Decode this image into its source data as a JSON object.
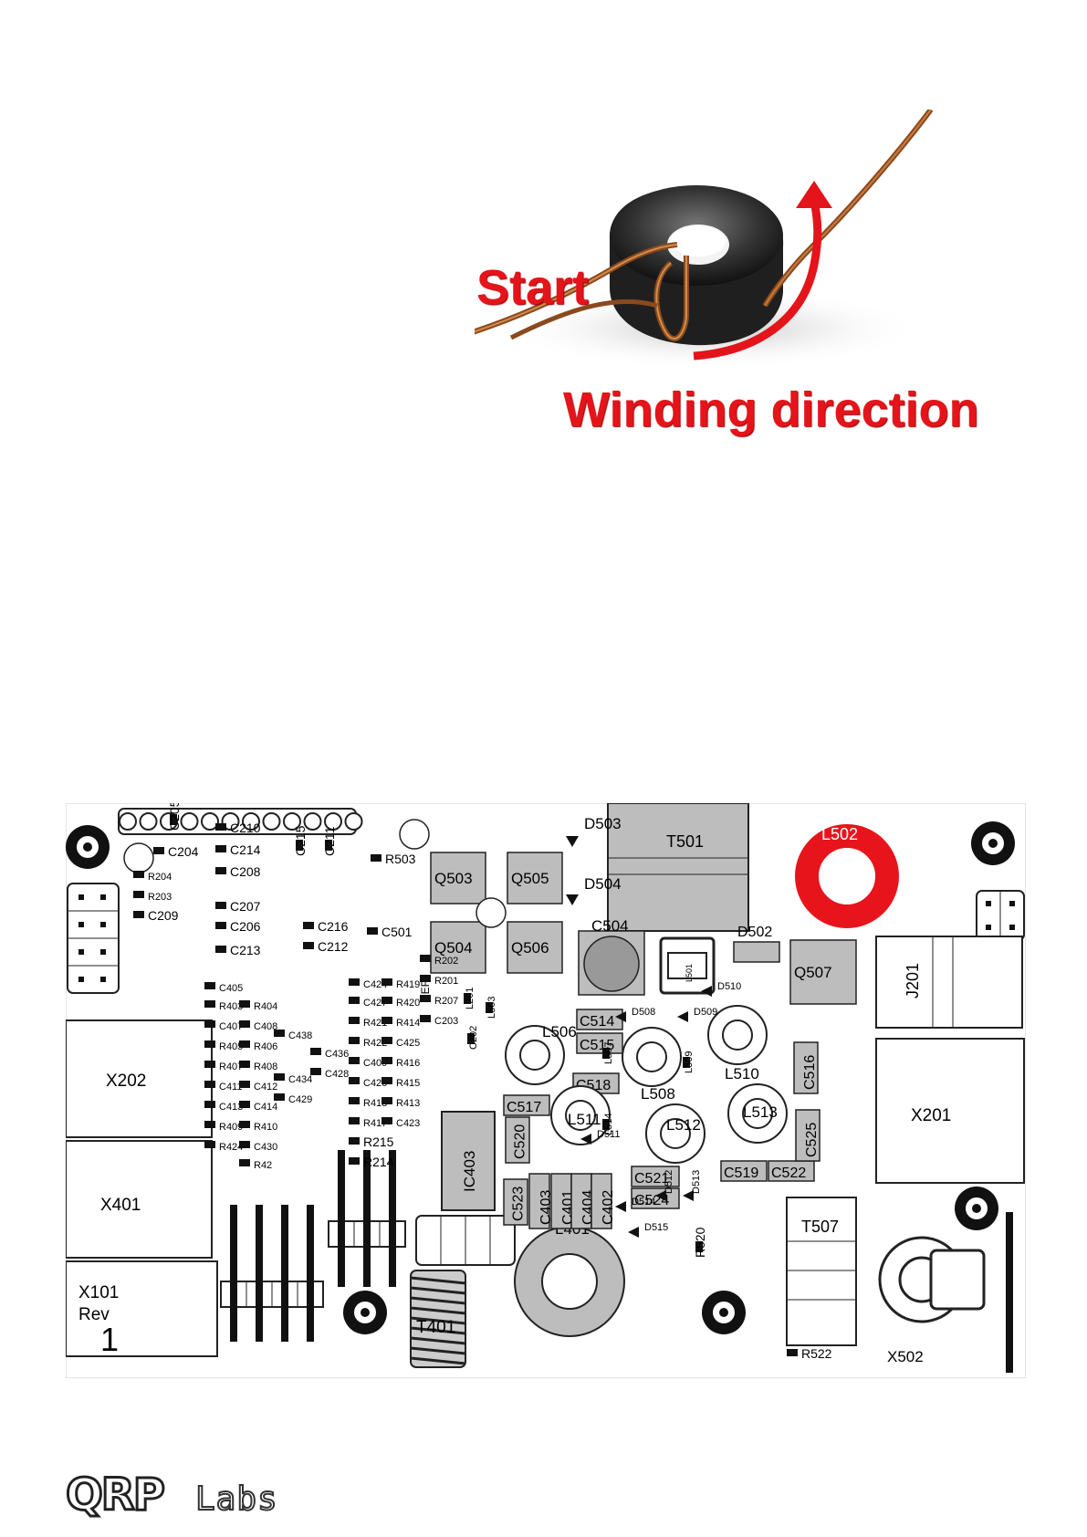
{
  "figure": {
    "start_label": "Start",
    "direction_label": "Winding direction"
  },
  "pcb": {
    "colors": {
      "highlight": "#e8141c",
      "part": "#bdbdbd",
      "pad": "#111111"
    },
    "board_labels": {
      "x202": "X202",
      "x401": "X401",
      "x101": "X101",
      "rev": "Rev",
      "rev_num": "1",
      "x201": "X201",
      "x502": "X502",
      "j201": "J201",
      "t501": "T501",
      "t507": "T507",
      "t401": "T401",
      "l401": "L401",
      "l502": "L502",
      "ic403": "IC403",
      "ref": "REF"
    },
    "large_parts": [
      {
        "id": "q503",
        "label": "Q503"
      },
      {
        "id": "q505",
        "label": "Q505"
      },
      {
        "id": "q504",
        "label": "Q504"
      },
      {
        "id": "q506",
        "label": "Q506"
      },
      {
        "id": "q507",
        "label": "Q507"
      },
      {
        "id": "c504",
        "label": "C504"
      },
      {
        "id": "d502",
        "label": "D502"
      },
      {
        "id": "d503",
        "label": "D503"
      },
      {
        "id": "d504",
        "label": "D504"
      },
      {
        "id": "l501",
        "label": "L501"
      }
    ],
    "caps_grey": [
      {
        "id": "c514",
        "label": "C514"
      },
      {
        "id": "c515",
        "label": "C515"
      },
      {
        "id": "c518",
        "label": "C518"
      },
      {
        "id": "c517",
        "label": "C517"
      },
      {
        "id": "c520",
        "label": "C520"
      },
      {
        "id": "c523",
        "label": "C523"
      },
      {
        "id": "c403",
        "label": "C403"
      },
      {
        "id": "c401",
        "label": "C401"
      },
      {
        "id": "c404",
        "label": "C404"
      },
      {
        "id": "c402",
        "label": "C402"
      },
      {
        "id": "c521",
        "label": "C521"
      },
      {
        "id": "c524",
        "label": "C524"
      },
      {
        "id": "c519",
        "label": "C519"
      },
      {
        "id": "c522",
        "label": "C522"
      },
      {
        "id": "c525",
        "label": "C525"
      },
      {
        "id": "c516",
        "label": "C516"
      }
    ],
    "toroids": [
      {
        "id": "l506",
        "label": "L506"
      },
      {
        "id": "l508",
        "label": "L508"
      },
      {
        "id": "l510",
        "label": "L510"
      },
      {
        "id": "l511",
        "label": "L511"
      },
      {
        "id": "l512",
        "label": "L512"
      },
      {
        "id": "l513",
        "label": "L513"
      }
    ],
    "smd_left": [
      "C210",
      "C214",
      "C208",
      "C204",
      "R204",
      "R203",
      "C209",
      "C207",
      "C206",
      "C213",
      "C215",
      "C211",
      "C205",
      "R503",
      "C216",
      "C212",
      "C501"
    ],
    "smd_mid": [
      "C405",
      "R403",
      "R404",
      "C407",
      "C408",
      "R405",
      "R406",
      "C438",
      "R407",
      "R408",
      "C411",
      "C412",
      "C434",
      "C413",
      "C414",
      "C429",
      "R409",
      "R410",
      "R424",
      "C430",
      "R42",
      "C436",
      "C428",
      "C424",
      "R419",
      "C427",
      "R420",
      "R421",
      "R414",
      "R422",
      "C425",
      "C409",
      "R416",
      "C426",
      "R415",
      "R418",
      "R413",
      "R417",
      "C423",
      "R215",
      "R214",
      "R202",
      "R201",
      "R207",
      "C203",
      "L201",
      "C202"
    ],
    "smd_right": [
      "L503",
      "L507",
      "L509",
      "L514",
      "D508",
      "D509",
      "D510",
      "D511",
      "D512",
      "D513",
      "D514",
      "D515",
      "R520",
      "R522"
    ]
  },
  "logo": {
    "brand": "QRP",
    "suffix": "Labs"
  }
}
